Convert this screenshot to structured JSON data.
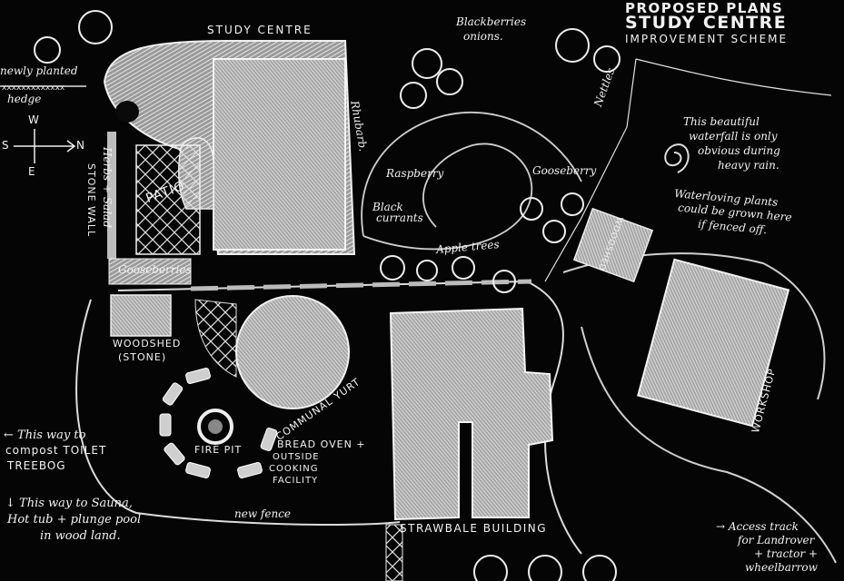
{
  "title": {
    "line1": "PROPOSED PLANS",
    "line2": "STUDY CENTRE",
    "line3": "IMPROVEMENT SCHEME"
  },
  "compass": {
    "w": "W",
    "e": "E",
    "s": "S",
    "n": "N"
  },
  "labels": {
    "study_centre": "STUDY CENTRE",
    "newly_planted": "newly planted",
    "hedge": "hedge",
    "blackberries": "Blackberries",
    "onions": "onions.",
    "rhubarb": "Rhubarb.",
    "raspberry": "Raspberry",
    "black_currants_1": "Black",
    "black_currants_2": "currants",
    "gooseberry_right": "Gooseberry",
    "nettles": "Nettles",
    "herbs_salad": "Herbs + Salad",
    "stone_wall": "STONE WALL",
    "patio": "PATIO",
    "apple_trees": "Apple trees",
    "gooseberries": "Gooseberries",
    "woodshed_right": "WOODSHED",
    "waterfall_1": "This beautiful",
    "waterfall_2": "waterfall is only",
    "waterfall_3": "obvious during",
    "waterfall_4": "heavy rain.",
    "waterloving_1": "Waterloving plants",
    "waterloving_2": "could be grown here",
    "waterloving_3": "if fenced off.",
    "woodshed_stone_1": "WOODSHED",
    "woodshed_stone_2": "(STONE)",
    "communal_yurt": "COMMUNAL YURT",
    "workshop": "WORKSHOP",
    "fire_pit": "FIRE PIT",
    "bread_oven": "BREAD OVEN +",
    "outside_1": "OUTSIDE",
    "outside_2": "COOKING",
    "outside_3": "FACILITY",
    "compost_1": "← This way to",
    "compost_2": "compost TOILET",
    "compost_3": "TREEBOG",
    "sauna_1": "↓ This way to Sauna,",
    "sauna_2": "Hot tub + plunge pool",
    "sauna_3": "in wood land.",
    "new_fence": "new fence",
    "strawbale": "STRAWBALE BUILDING",
    "access_1": "→ Access track",
    "access_2": "for Landrover",
    "access_3": "+ tractor +",
    "access_4": "wheelbarrow"
  },
  "colors": {
    "background": "#050505",
    "chalk": "#f2f2f2",
    "fill_building": "#bdbdbd"
  }
}
